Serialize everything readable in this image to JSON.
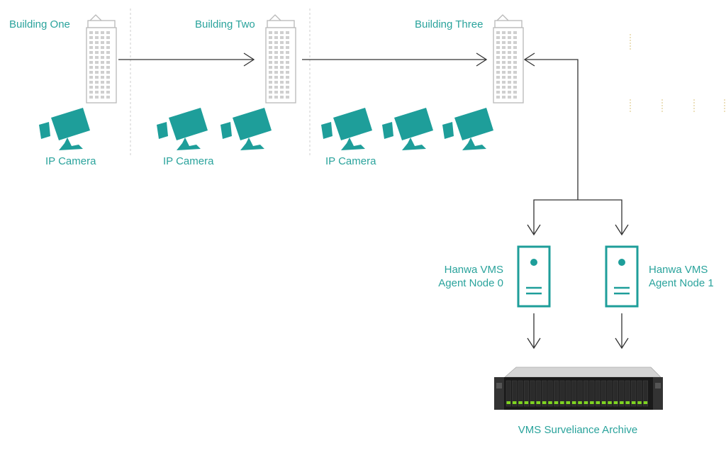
{
  "colors": {
    "accent": "#1e9e9a",
    "label": "#2aa39c",
    "line": "#333333",
    "building": "#b8b8b8",
    "divider": "#cccccc",
    "archive_led": "#7ed321"
  },
  "buildings": [
    {
      "label": "Building One",
      "icon": "building-icon"
    },
    {
      "label": "Building Two",
      "icon": "building-icon"
    },
    {
      "label": "Building Three",
      "icon": "building-icon"
    }
  ],
  "camera_groups": [
    {
      "label": "IP Camera",
      "count": 1
    },
    {
      "label": "IP Camera",
      "count": 2
    },
    {
      "label": "IP Camera",
      "count": 3
    }
  ],
  "nodes": [
    {
      "label_line1": "Hanwa VMS",
      "label_line2": "Agent Node 0",
      "icon": "server-icon"
    },
    {
      "label_line1": "Hanwa VMS",
      "label_line2": "Agent Node 1",
      "icon": "server-icon"
    }
  ],
  "archive": {
    "label": "VMS Surveliance Archive",
    "icon": "rack-server-icon"
  }
}
